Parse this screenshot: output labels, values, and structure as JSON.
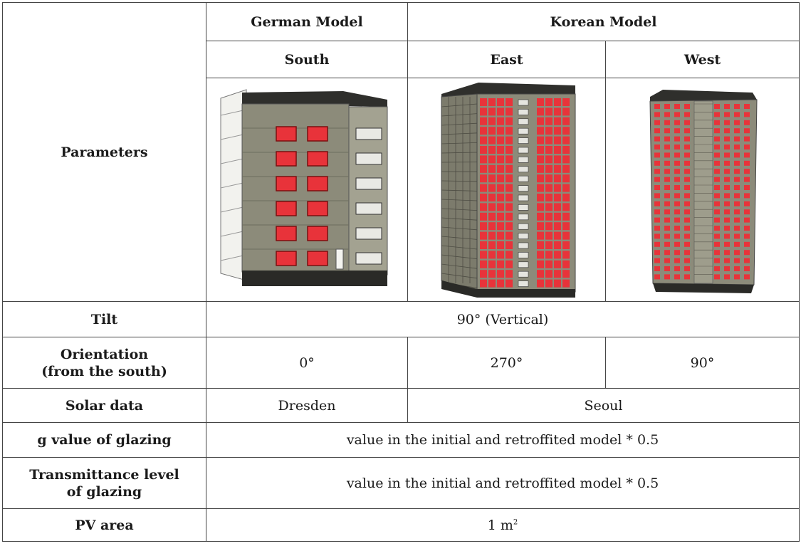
{
  "table": {
    "parameters_label": "Parameters",
    "german_model": "German Model",
    "korean_model": "Korean Model",
    "south": "South",
    "east": "East",
    "west": "West",
    "images": {
      "south": "german-building-south-facade",
      "east": "korean-building-east-facade",
      "west": "korean-building-west-facade"
    },
    "colors": {
      "pv_red": "#e8333a",
      "wall": "#8c8b7a",
      "roof": "#2f2f2c"
    },
    "rows": {
      "tilt": {
        "label": "Tilt",
        "value": "90° (Vertical)"
      },
      "orientation": {
        "label_line1": "Orientation",
        "label_line2": "(from the south)",
        "south": "0°",
        "east": "270°",
        "west": "90°"
      },
      "solar": {
        "label": "Solar data",
        "german": "Dresden",
        "korean": "Seoul"
      },
      "g_value": {
        "label": "g value of glazing",
        "value": "value in the initial and retroffited model * 0.5"
      },
      "transmittance": {
        "label_line1": "Transmittance level",
        "label_line2": "of glazing",
        "value": "value in the initial and retroffited model * 0.5"
      },
      "pv_area": {
        "label": "PV area",
        "value_number": "1 m",
        "value_sup": "2"
      }
    }
  }
}
